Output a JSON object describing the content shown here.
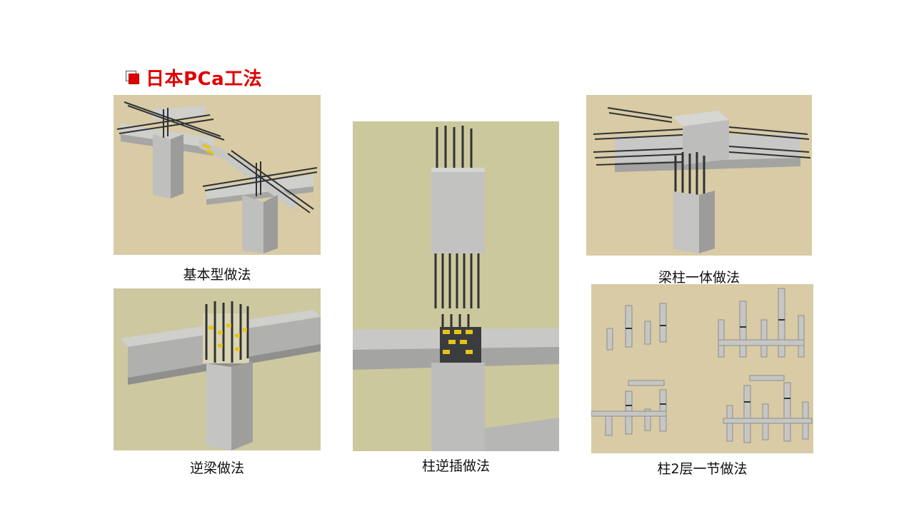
{
  "heading": {
    "title": "日本PCa工法"
  },
  "figures": [
    {
      "caption": "基本型做法"
    },
    {
      "caption": "逆梁做法"
    },
    {
      "caption": "柱逆插做法"
    },
    {
      "caption": "梁柱一体做法"
    },
    {
      "caption": "柱2层一节做法"
    }
  ],
  "colors": {
    "accent": "#e00000",
    "background_tan": "#d8cba5",
    "background_olive": "#ccc89d",
    "concrete": "#b9b9b7",
    "rebar": "#2f3234",
    "sleeve": "#e7c318"
  }
}
